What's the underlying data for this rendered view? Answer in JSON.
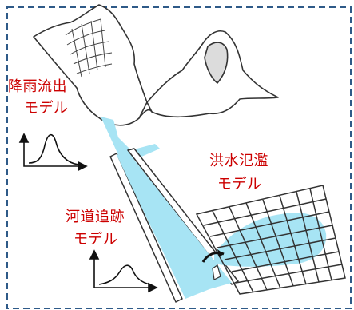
{
  "colors": {
    "frame": "#2e5a88",
    "label": "#cc0000",
    "water": "#a7e4f4",
    "line": "#333333"
  },
  "labels": {
    "rainfall_runoff": {
      "line1": "降雨流出",
      "line2": "モデル"
    },
    "flood_inundation": {
      "line1": "洪水氾濫",
      "line2": "モデル"
    },
    "channel_routing": {
      "line1": "河道追跡",
      "line2": "モデル"
    }
  }
}
